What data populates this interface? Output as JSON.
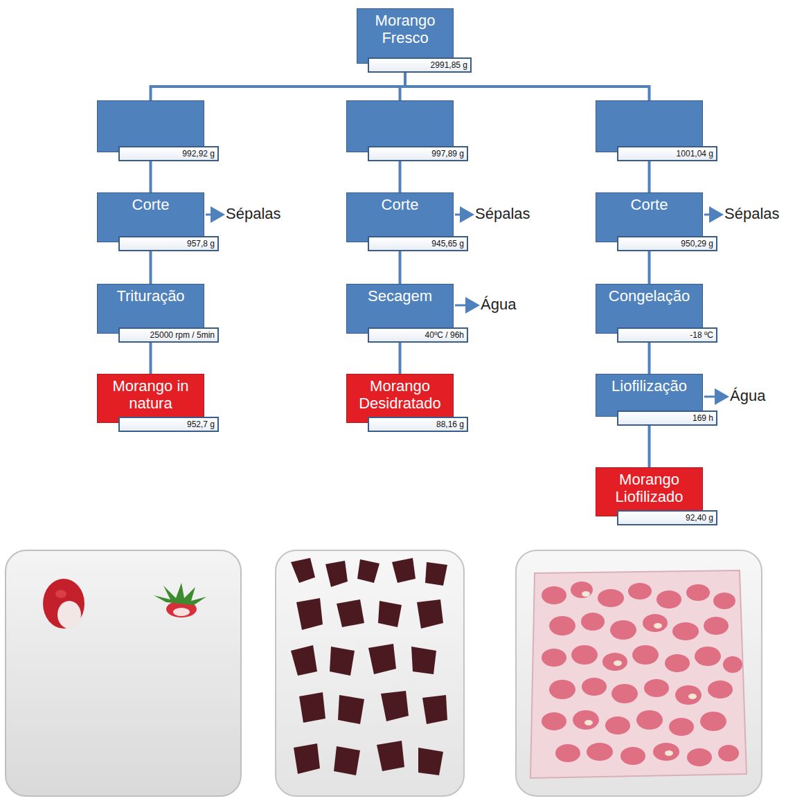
{
  "diagram": {
    "nodes": [
      {
        "text": [
          "Morango Fresco",
          "2991,85 g"
        ]
      },
      {
        "text": [
          "992,92 g"
        ]
      },
      {
        "text": [
          "997,89 g"
        ]
      },
      {
        "text": [
          "1001,04 g"
        ]
      },
      {
        "text": [
          "Corte",
          "957,8 g"
        ]
      },
      {
        "text": [
          "Corte",
          "945,65 g"
        ]
      },
      {
        "text": [
          "Corte",
          "950,29 g"
        ]
      },
      {
        "text": [
          "Trituração",
          "25000 rpm / 5min"
        ]
      },
      {
        "text": [
          "Secagem",
          "40ºC / 96h"
        ]
      },
      {
        "text": [
          "Congelação",
          "-18 ºC"
        ]
      },
      {
        "text": [
          "Morango in natura",
          "952,7 g"
        ]
      },
      {
        "text": [
          "Morango Desidratado",
          "88,16 g"
        ]
      },
      {
        "text": [
          "Liofilização",
          "169 h"
        ]
      },
      {
        "text": [
          "Morango Liofilizado",
          "92,40 g"
        ]
      }
    ],
    "edges": [
      {
        "from": 0,
        "to": 1,
        "arrow": "none"
      },
      {
        "from": 0,
        "to": 2,
        "arrow": "none"
      },
      {
        "from": 0,
        "to": 3,
        "arrow": "none"
      },
      {
        "from": 1,
        "to": 4,
        "arrow": "none"
      },
      {
        "from": 4,
        "to": 7,
        "arrow": "none"
      },
      {
        "from": 7,
        "to": 10,
        "arrow": "none"
      },
      {
        "from": 2,
        "to": 5,
        "arrow": "none"
      },
      {
        "from": 5,
        "to": 8,
        "arrow": "none"
      },
      {
        "from": 8,
        "to": 11,
        "arrow": "none"
      },
      {
        "from": 3,
        "to": 6,
        "arrow": "none"
      },
      {
        "from": 6,
        "to": 9,
        "arrow": "none"
      },
      {
        "from": 9,
        "to": 12,
        "arrow": "none"
      },
      {
        "from": 12,
        "to": 13,
        "arrow": "none"
      }
    ],
    "labels": [
      "Sépalas",
      "Sépalas",
      "Sépalas",
      "Água",
      "Água"
    ]
  }
}
